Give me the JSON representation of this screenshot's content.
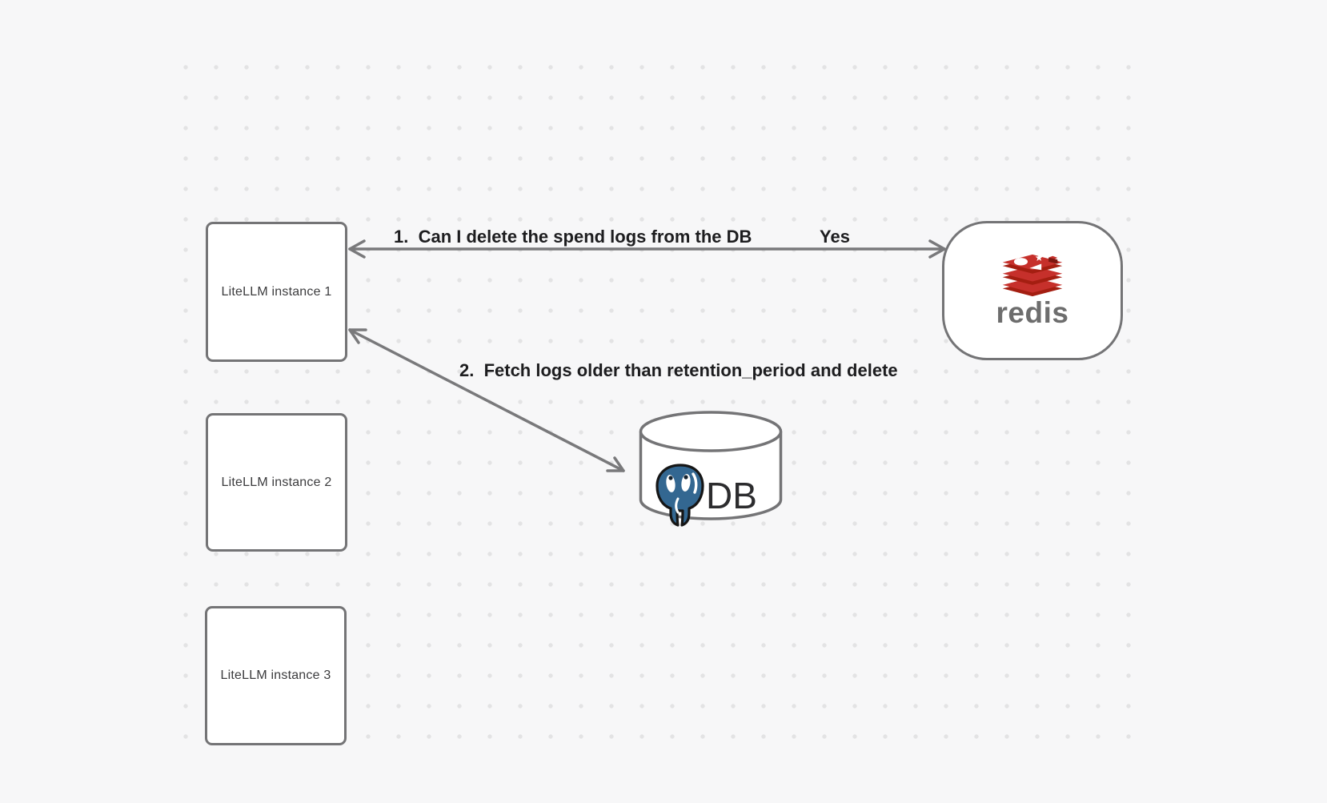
{
  "canvas": {
    "background_color": "#f7f7f8",
    "dot_color": "#e3e3e4",
    "stroke_color": "#79797b",
    "label_color": "#1d1d1f"
  },
  "nodes": {
    "litellm_instances": [
      {
        "label": "LiteLLM instance 1"
      },
      {
        "label": "LiteLLM instance 2"
      },
      {
        "label": "LiteLLM instance 3"
      }
    ],
    "redis": {
      "label": "redis",
      "icon": "redis-logo",
      "brand_red": "#C6302B",
      "brand_red_dark": "#A41E11",
      "wordmark_color": "#6d6d6d"
    },
    "db": {
      "label": "DB",
      "icon": "postgresql-elephant",
      "postgres_blue": "#336791"
    }
  },
  "edges": [
    {
      "label": "1.  Can I delete the spend logs from the DB",
      "response": "Yes",
      "from": "LiteLLM instance 1",
      "to": "redis",
      "style": "double-arrow"
    },
    {
      "label": "2.  Fetch logs older than retention_period and delete",
      "from": "LiteLLM instance 1",
      "to": "DB",
      "style": "double-arrow"
    }
  ]
}
